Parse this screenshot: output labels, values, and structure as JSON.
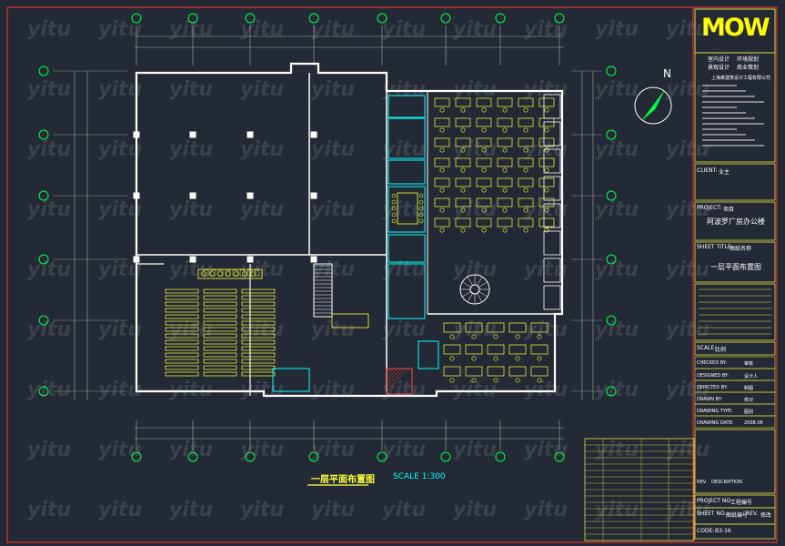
{
  "drawing": {
    "title_cn": "一层平面布置图",
    "scale_label": "SCALE 1:300",
    "north": "N"
  },
  "logo": {
    "text": "MOW"
  },
  "firm": {
    "services": [
      "室内设计",
      "环境规划",
      "景观设计",
      "商业策划"
    ],
    "company": "上海某建筑设计工程有限公司"
  },
  "title_block": {
    "client_label": "CLIENT:",
    "client_value": "业主",
    "project_label": "PROJECT:",
    "project_value": "项目",
    "project_name": "阿波罗厂房办公楼",
    "sheet_title_label": "SHEET TITLE:",
    "sheet_title_value": "图纸名称",
    "sheet_title_name": "一层平面布置图",
    "scale_label": "SCALE:",
    "scale_value": "比例",
    "rows": [
      {
        "label": "CHECKED BY:",
        "value": "审核"
      },
      {
        "label": "DESIGNED BY:",
        "value": "设计人"
      },
      {
        "label": "DEPICTED BY:",
        "value": "制图"
      },
      {
        "label": "DRAWN BY:",
        "value": "校对"
      },
      {
        "label": "DRAWING TYPE:",
        "value": "图别"
      },
      {
        "label": "DRAWING DATE:",
        "value": "2008.06"
      }
    ],
    "bottom": {
      "rev_label": "REV.",
      "description_label": "DESCRIPTION",
      "project_no_label": "PROJECT NO.:",
      "project_no_value": "工程编号",
      "sheet_no_label": "SHEET NO.:",
      "sheet_no_value": "图纸编号",
      "rev_no_label": "REV.",
      "rev_no_value": "修改",
      "code_label": "CODE:",
      "code_value": "B3-16"
    }
  },
  "watermark": "yitu",
  "colors": {
    "background": "#242a35",
    "walls": "#ffffff",
    "furniture": "#ffff3a",
    "accent": "#00ffff",
    "grid": "#00ff44",
    "dims": "#a8a8a8",
    "hatch": "#ff4444"
  }
}
